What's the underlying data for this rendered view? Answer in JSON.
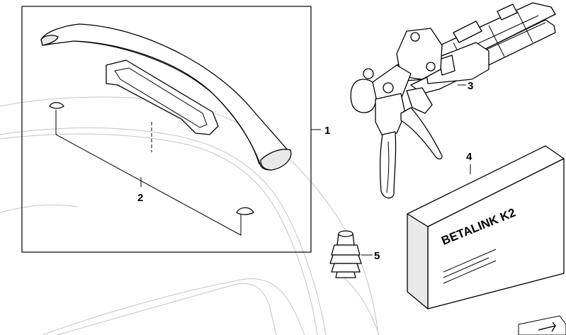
{
  "callouts": {
    "spoiler": "1",
    "adhesive_pads": "2",
    "applicator_gun": "3",
    "adhesive_kit": "4",
    "buffer": "5"
  },
  "product": {
    "box_label": "BETALINK K2"
  }
}
